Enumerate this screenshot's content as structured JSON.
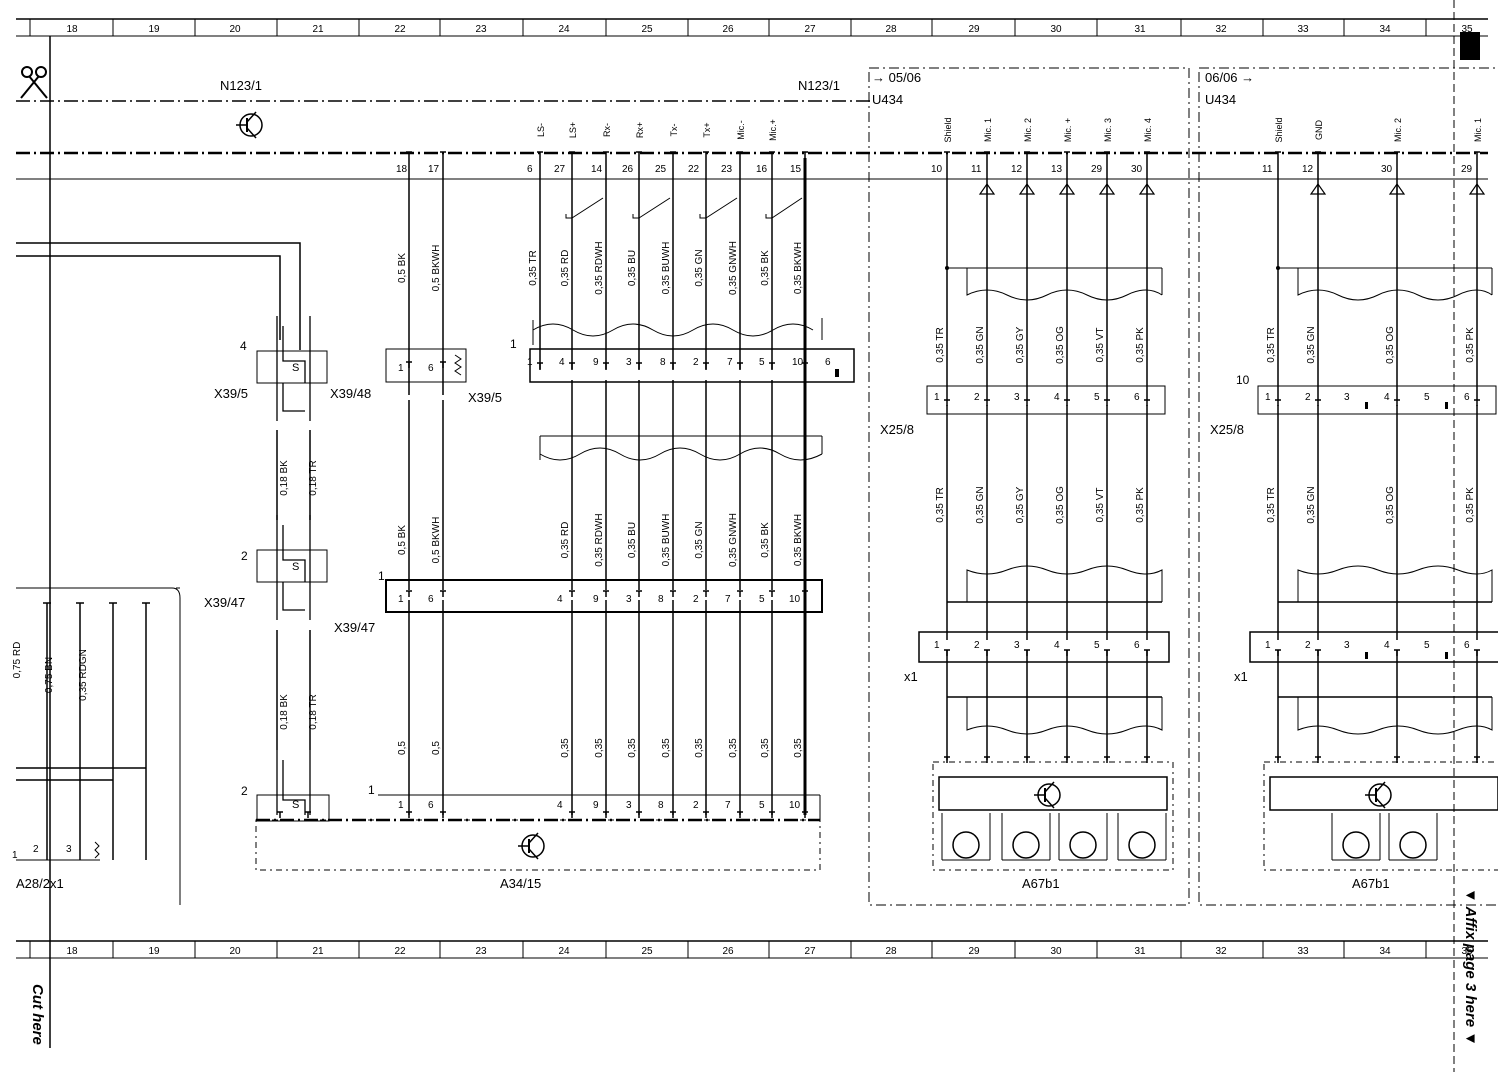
{
  "ruler": {
    "columns": [
      "18",
      "19",
      "20",
      "21",
      "22",
      "23",
      "24",
      "25",
      "26",
      "27",
      "28",
      "29",
      "30",
      "31",
      "32",
      "33",
      "34",
      "35"
    ]
  },
  "notes": {
    "cut_here": "Cut here",
    "affix_here": "Affix page 3 here"
  },
  "top_labels": {
    "n123_left": "N123/1",
    "n123_right": "N123/1",
    "ref_1": "05/06",
    "u434_1": "U434",
    "ref_2": "06/06",
    "u434_2": "U434"
  },
  "n123_pins": [
    {
      "pin": "18",
      "name": "",
      "wire": "0,5 BK",
      "wire2": "0,5 BK",
      "end": "0,5"
    },
    {
      "pin": "17",
      "name": "",
      "wire": "0,5 BKWH",
      "wire2": "0,5 BKWH",
      "end": "0,5"
    },
    {
      "pin": "6",
      "name": "",
      "wire": "",
      "wire2": "",
      "end": ""
    },
    {
      "pin": "27",
      "name": "LS-",
      "wire": "0,35 TR",
      "wire2": "",
      "end": ""
    },
    {
      "pin": "14",
      "name": "LS+",
      "wire": "0,35 RD",
      "wire2": "0,35 RD",
      "end": "0,35"
    },
    {
      "pin": "26",
      "name": "Rx-",
      "wire": "0,35 RDWH",
      "wire2": "0,35 RDWH",
      "end": "0,35"
    },
    {
      "pin": "25",
      "name": "Rx+",
      "wire": "0,35 BU",
      "wire2": "0,35 BU",
      "end": "0,35"
    },
    {
      "pin": "22",
      "name": "Tx-",
      "wire": "0,35 BUWH",
      "wire2": "0,35 BUWH",
      "end": "0,35"
    },
    {
      "pin": "23",
      "name": "Tx+",
      "wire": "0,35 GN",
      "wire2": "0,35 GN",
      "end": "0,35"
    },
    {
      "pin": "16",
      "name": "Mic.-",
      "wire": "0,35 GNWH",
      "wire2": "0,35 GNWH",
      "end": "0,35"
    },
    {
      "pin": "15",
      "name": "Mic.+",
      "wire": "0,35 BK",
      "wire2": "0,35 BK",
      "end": "0,35"
    },
    {
      "pin": "",
      "name": "",
      "wire": "0,35 BKWH",
      "wire2": "0,35 BKWH",
      "end": "0,35"
    }
  ],
  "connectors": {
    "x39_5_left": "X39/5",
    "x39_48": "X39/48",
    "x39_5_mid": "X39/5",
    "x39_47_left": "X39/47",
    "x39_47_mid": "X39/47",
    "a28": "A28/2x1",
    "a34": "A34/15",
    "x25_8_a": "X25/8",
    "x25_8_b": "X25/8",
    "x1_a": "x1",
    "x1_b": "x1",
    "a67_a": "A67b1",
    "a67_b": "A67b1",
    "num_4": "4",
    "num_2a": "2",
    "num_2b": "2",
    "num_1a": "1",
    "num_1b": "1",
    "num_1c": "1",
    "num_10": "10",
    "s": "S"
  },
  "shielded_wires": {
    "x39_upper_bk": "0,18 BK",
    "x39_upper_tr": "0,18 TR",
    "x39_lower_bk": "0,18 BK",
    "x39_lower_tr": "0,18 TR"
  },
  "a28_wires": {
    "w1": "0,75 RD",
    "w2": "0,75 BN",
    "w3": "0,35 RDGN"
  },
  "a28_pins": [
    "1",
    "2",
    "3"
  ],
  "x39_5_pins_upper": [
    "1",
    "4",
    "9",
    "3",
    "8",
    "2",
    "7",
    "5",
    "10",
    "6"
  ],
  "x39_5_pins_small": [
    "1",
    "6"
  ],
  "x39_47_pins": [
    "1",
    "6",
    "4",
    "9",
    "3",
    "8",
    "2",
    "7",
    "5",
    "10"
  ],
  "a34_pins": [
    "1",
    "6",
    "4",
    "9",
    "3",
    "8",
    "2",
    "7",
    "5",
    "10"
  ],
  "u434_a": {
    "pins": [
      {
        "name": "Shield",
        "pin": "10",
        "w1": "0,35 TR",
        "w2": "0,35 TR",
        "x": "1"
      },
      {
        "name": "Mic. 1",
        "pin": "11",
        "w1": "0,35 GN",
        "w2": "0,35 GN",
        "x": "2"
      },
      {
        "name": "Mic. 2",
        "pin": "12",
        "w1": "0,35 GY",
        "w2": "0,35 GY",
        "x": "3"
      },
      {
        "name": "Mic. +",
        "pin": "13",
        "w1": "0,35 OG",
        "w2": "0,35 OG",
        "x": "4"
      },
      {
        "name": "Mic. 3",
        "pin": "29",
        "w1": "0,35 VT",
        "w2": "0,35 VT",
        "x": "5"
      },
      {
        "name": "Mic. 4",
        "pin": "30",
        "w1": "0,35 PK",
        "w2": "0,35 PK",
        "x": "6"
      }
    ]
  },
  "u434_b": {
    "pins": [
      {
        "name": "Shield",
        "pin": "11",
        "w1": "0,35 TR",
        "w2": "0,35 TR",
        "x": "1"
      },
      {
        "name": "GND",
        "pin": "12",
        "w1": "0,35 GN",
        "w2": "0,35 GN",
        "x": "2"
      },
      {
        "name": "",
        "pin": "",
        "w1": "",
        "w2": "",
        "x": "3"
      },
      {
        "name": "Mic. 2",
        "pin": "30",
        "w1": "0,35 OG",
        "w2": "0,35 OG",
        "x": "4"
      },
      {
        "name": "",
        "pin": "",
        "w1": "",
        "w2": "",
        "x": "5"
      },
      {
        "name": "Mic. 1",
        "pin": "29",
        "w1": "0,35 PK",
        "w2": "0,35 PK",
        "x": "6"
      }
    ]
  }
}
